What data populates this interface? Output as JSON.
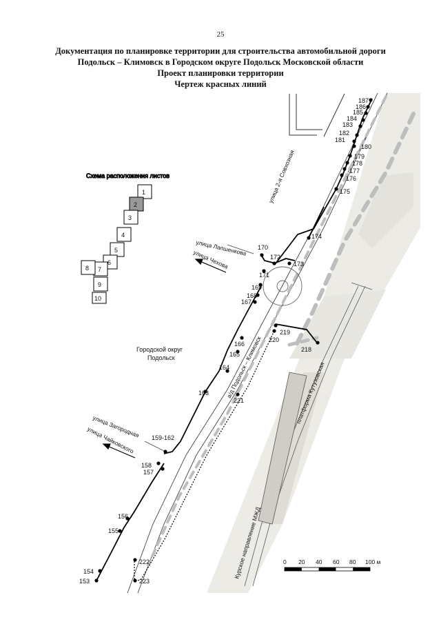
{
  "page_number": "25",
  "header": {
    "line1": "Документация по планировке территории для строительства автомобильной дороги",
    "line2": "Подольск – Климовск в Городском округе Подольск Московской области",
    "line3": "Проект планировки территории",
    "line4": "Чертеж красных линий"
  },
  "scheme": {
    "title": "Схема расположения листов",
    "sheets": [
      "1",
      "2",
      "3",
      "4",
      "5",
      "6",
      "7",
      "8",
      "9",
      "10"
    ],
    "highlighted": "2"
  },
  "district_label": {
    "line1": "Городской округ",
    "line2": "Подольск"
  },
  "streets": {
    "sovkhoznaya": "улица 2-я Совхозная",
    "lapshenkova": "улица Лапшенкова",
    "chekhova": "улица Чехова",
    "road": "а/д Подольск – Климовск",
    "zagorodnaya": "улица Загородная",
    "chaykovskogo": "улица Чайковского",
    "platform": "платформа Кутузовская",
    "rail": "Курское направление МЖД"
  },
  "point_labels": {
    "p187": "187",
    "p186": "186",
    "p185": "185",
    "p184": "184",
    "p183": "183",
    "p182": "182",
    "p181": "181",
    "p180": "180",
    "p179": "179",
    "p178": "178",
    "p177": "177",
    "p176": "176",
    "p175": "175",
    "p174": "174",
    "p170": "170",
    "p172": "172",
    "p173": "173",
    "p171": "171",
    "p169": "169",
    "p168": "168",
    "p167": "167",
    "p219": "219",
    "p220": "220",
    "p218": "218",
    "p166": "166",
    "p165": "165",
    "p164": "164",
    "p163": "163",
    "p221": "221",
    "p159_162": "159-162",
    "p158": "158",
    "p157": "157",
    "p156": "156",
    "p155": "155",
    "p222": "222",
    "p154": "154",
    "p153": "153",
    "p223": "223"
  },
  "scale": {
    "ticks": [
      "0",
      "20",
      "40",
      "60",
      "80",
      "100 м"
    ]
  }
}
